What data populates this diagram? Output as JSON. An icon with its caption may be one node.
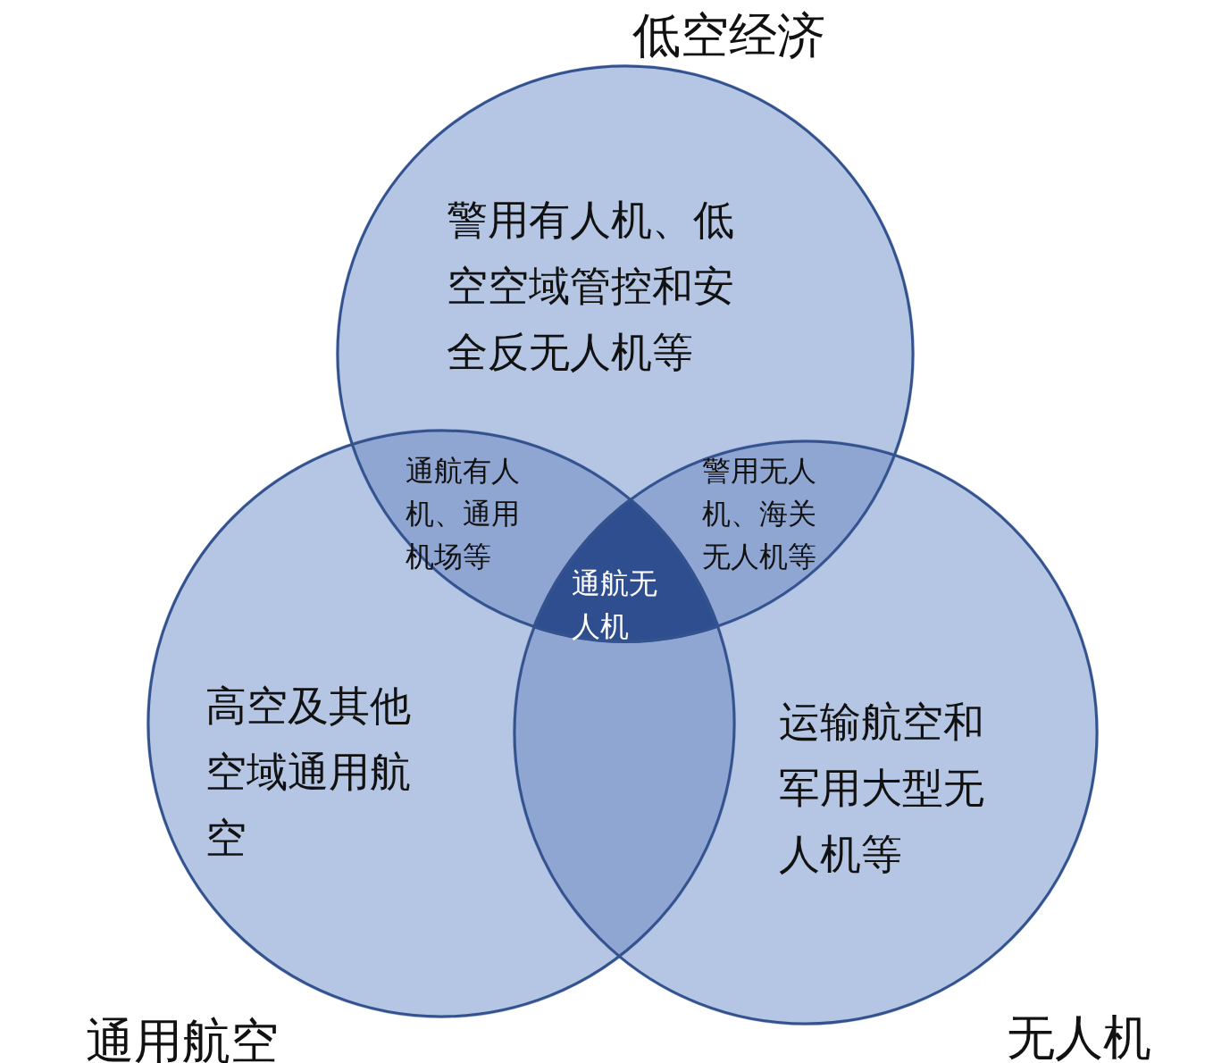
{
  "diagram": {
    "nodes": [
      {
        "text": [
          "低空经济",
          "警用有人机、低空空域管控和安全反无人机等"
        ]
      },
      {
        "text": [
          "高空及其他空域通用航空",
          "通用航空"
        ]
      },
      {
        "text": [
          "运输航空和军用大型无人机等",
          "无人机"
        ]
      }
    ],
    "labels": [
      "通航有人机、通用机场等",
      "警用无人机、海关无人机等",
      "通航无人机"
    ]
  }
}
